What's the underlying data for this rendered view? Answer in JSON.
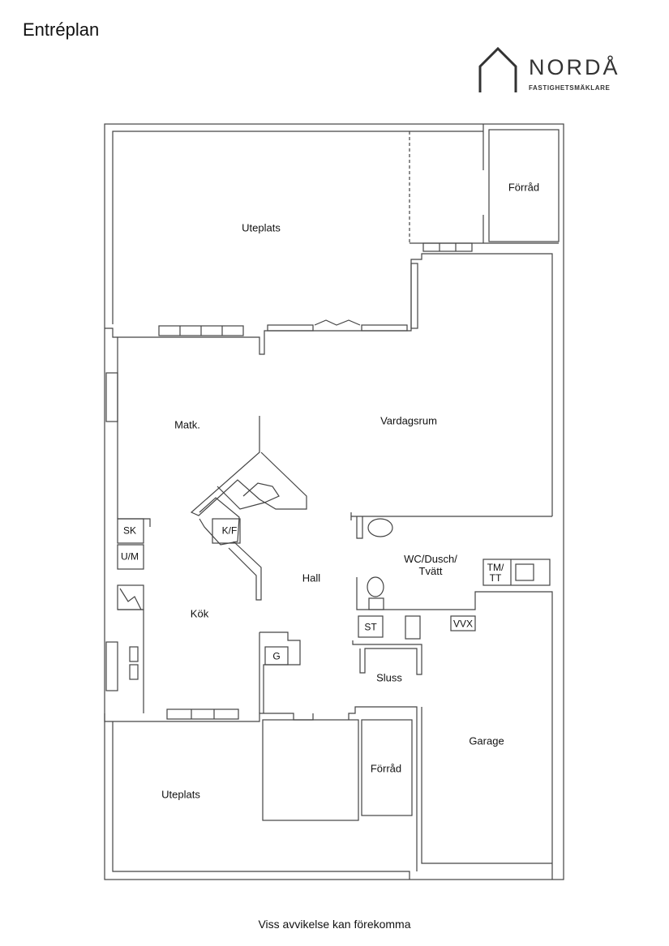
{
  "page": {
    "title": "Entréplan",
    "disclaimer": "Viss avvikelse kan förekomma"
  },
  "logo": {
    "name": "NORDÅ",
    "subtitle": "FASTIGHETSMÄKLARE"
  },
  "rooms": {
    "uteplats_top": "Uteplats",
    "forrad_top": "Förråd",
    "matk": "Matk.",
    "vardagsrum": "Vardagsrum",
    "hall": "Hall",
    "kok": "Kök",
    "wc": "WC/Dusch/\nTvätt",
    "sluss": "Sluss",
    "garage": "Garage",
    "forrad_bottom": "Förråd",
    "uteplats_bottom": "Uteplats"
  },
  "fixtures": {
    "sk": "SK",
    "um": "U/M",
    "kf": "K/F",
    "st": "ST",
    "g": "G",
    "vvx": "VVX",
    "tmtt": "TM/\nTT"
  }
}
